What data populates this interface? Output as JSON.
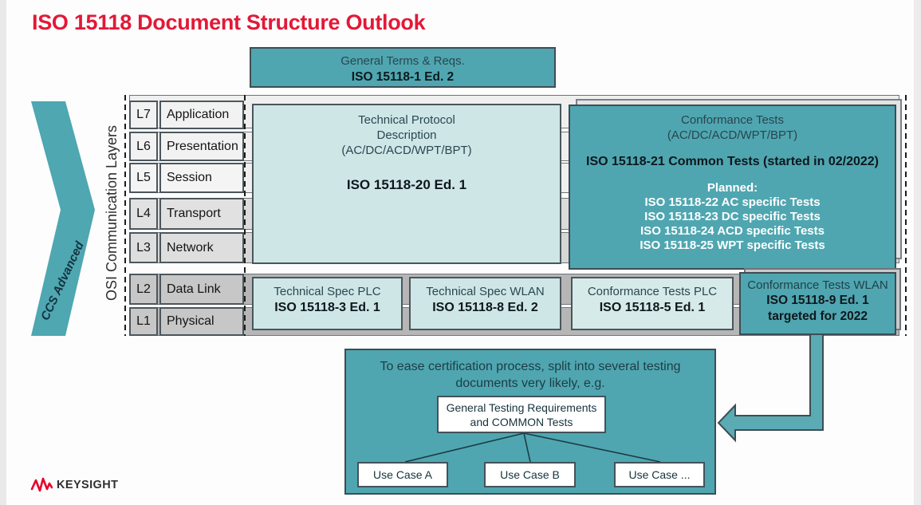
{
  "title": "ISO 15118 Document Structure Outlook",
  "top_box": {
    "line1": "General Terms & Reqs.",
    "line2": "ISO 15118-1 Ed. 2"
  },
  "chevron_label": "CCS Advanced",
  "osi_label": "OSI Communication Layers",
  "layers": [
    {
      "id": "L7",
      "name": "Application"
    },
    {
      "id": "L6",
      "name": "Presentation"
    },
    {
      "id": "L5",
      "name": "Session"
    },
    {
      "id": "L4",
      "name": "Transport"
    },
    {
      "id": "L3",
      "name": "Network"
    },
    {
      "id": "L2",
      "name": "Data Link"
    },
    {
      "id": "L1",
      "name": "Physical"
    }
  ],
  "protocol_box": {
    "line1": "Technical Protocol",
    "line2": "Description",
    "line3": "(AC/DC/ACD/WPT/BPT)",
    "doc": "ISO 15118-20 Ed. 1"
  },
  "conformance_box": {
    "line1": "Conformance Tests",
    "line2": "(AC/DC/ACD/WPT/BPT)",
    "doc": "ISO 15118-21 Common Tests (started in 02/2022)",
    "planned_title": "Planned:",
    "planned": [
      "ISO 15118-22 AC specific Tests",
      "ISO 15118-23 DC specific Tests",
      "ISO 15118-24 ACD specific Tests",
      "ISO 15118-25 WPT specific Tests"
    ]
  },
  "spec_boxes": [
    {
      "title": "Technical Spec PLC",
      "doc": "ISO 15118-3 Ed. 1"
    },
    {
      "title": "Technical Spec WLAN",
      "doc": "ISO 15118-8 Ed. 2"
    },
    {
      "title": "Conformance Tests PLC",
      "doc": "ISO 15118-5 Ed. 1"
    },
    {
      "title": "Conformance Tests WLAN",
      "doc": "ISO 15118-9 Ed. 1",
      "doc2": "targeted for 2022"
    }
  ],
  "bottom_box": {
    "heading_line1": "To ease certification process, split into several testing",
    "heading_line2": "documents very likely, e.g.",
    "general_line1": "General Testing Requirements",
    "general_line2": "and COMMON Tests",
    "use_cases": [
      "Use Case A",
      "Use Case B",
      "Use Case ..."
    ]
  },
  "logo": {
    "text": "KEYSIGHT"
  },
  "colors": {
    "teal": "#4fa6b0",
    "light_teal": "#cfe6e7",
    "title_red": "#e31837",
    "logo_red": "#e90029"
  }
}
